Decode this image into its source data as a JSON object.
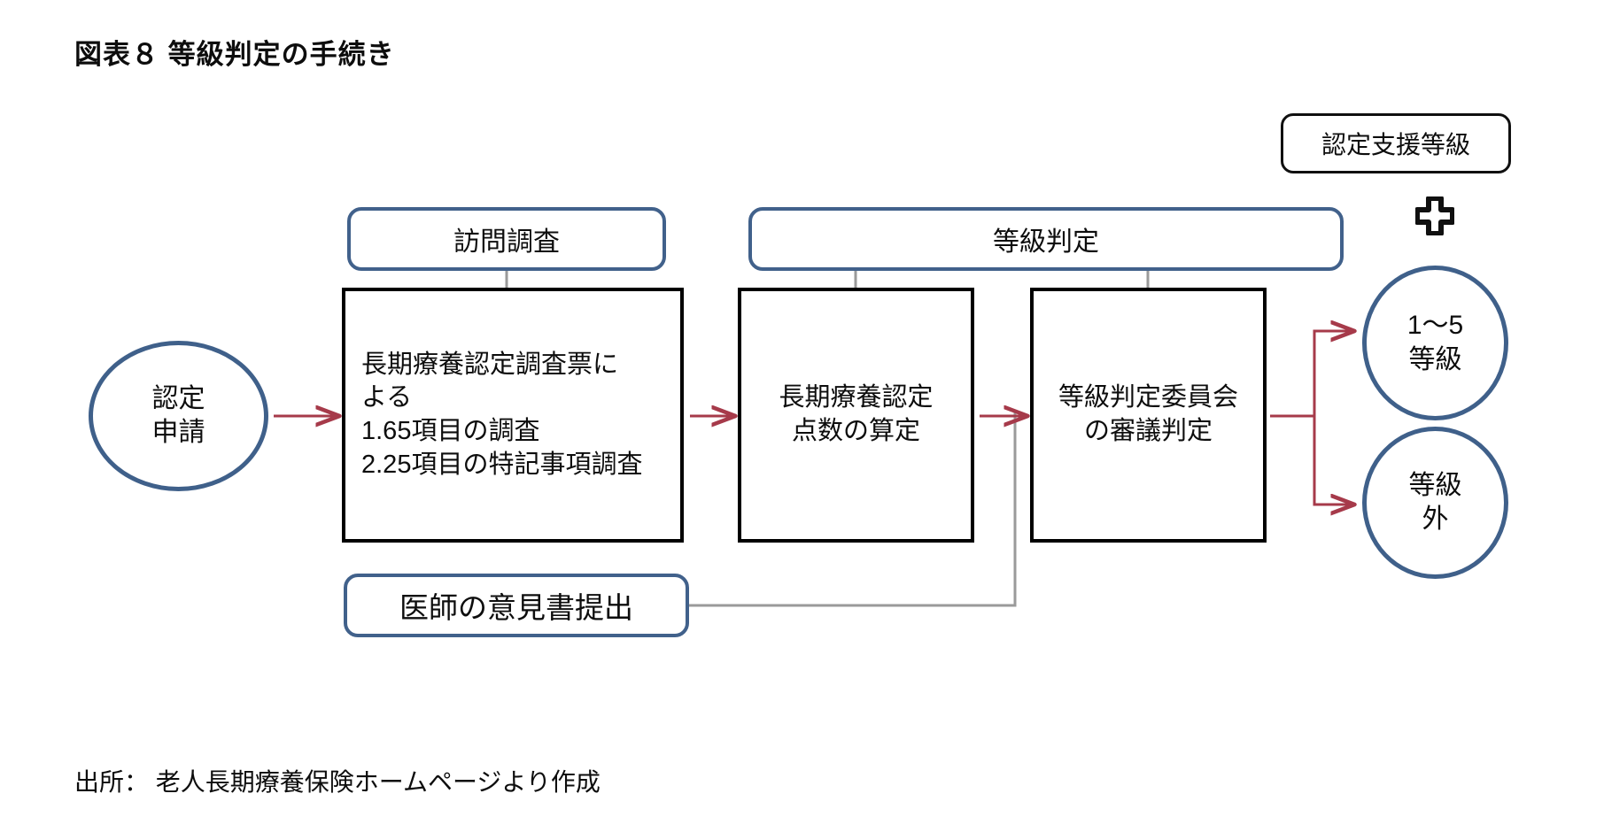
{
  "figure": {
    "title": "図表８ 等級判定の手続き",
    "source_note": "出所： 老人長期療養保険ホームページより作成"
  },
  "colors": {
    "banner_border": "#41618B",
    "ellipse_border": "#3F608A",
    "process_border": "#000000",
    "arrow": "#A63A4A",
    "connector_line": "#9A9A9A",
    "text": "#0D0D0D",
    "background": "#FFFFFF"
  },
  "banners": {
    "visit_survey": "訪問調査",
    "grade_decision": "等級判定",
    "doctor_opinion": "医師の意見書提出"
  },
  "chips": {
    "support_grade": "認定支援等級"
  },
  "icons": {
    "plus_marker": "plus-cross-icon"
  },
  "nodes": {
    "application": "認定\n申請",
    "survey_form": "長期療養認定調査票に\nよる\n1.65項目の調査\n2.25項目の特記事項調査",
    "score_calculation": "長期療養認定\n点数の算定",
    "committee_review": "等級判定委員会\nの審議判定",
    "grade_1_to_5": "1〜5\n等級",
    "out_of_grade": "等級\n外"
  },
  "flow": {
    "steps": [
      "認定申請",
      "長期療養認定調査票による 1.65項目の調査 2.25項目の特記事項調査",
      "長期療養認定点数の算定",
      "等級判定委員会の審議判定"
    ],
    "outcomes": [
      "1〜5等級",
      "等級外"
    ],
    "arrow_count": 5
  }
}
